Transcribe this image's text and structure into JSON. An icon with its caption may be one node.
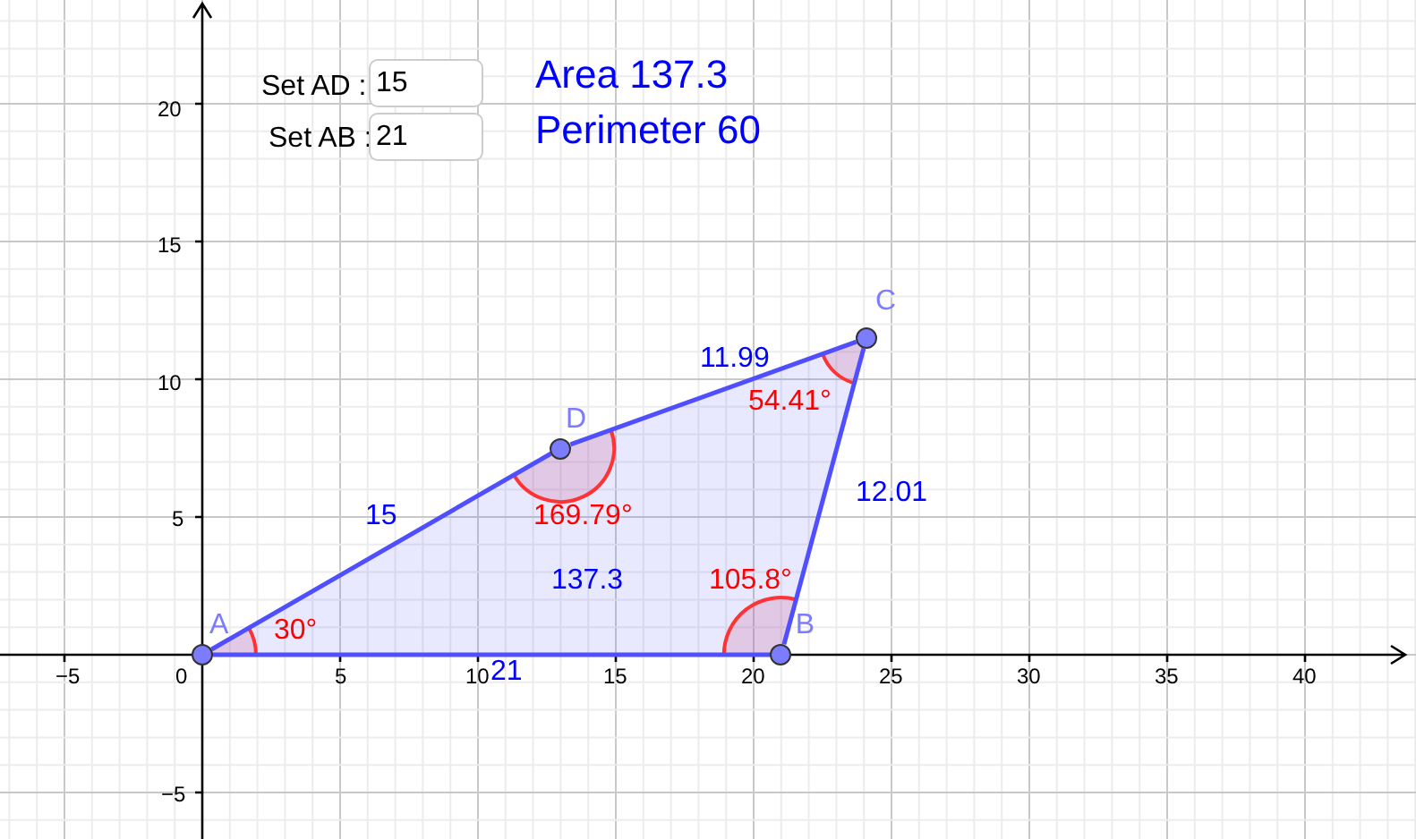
{
  "diagram": {
    "nodes": [
      {
        "text": [
          "A"
        ],
        "beside": [
          "30°"
        ]
      },
      {
        "text": [
          "B"
        ],
        "beside": [
          "105.8°"
        ]
      },
      {
        "text": [
          "C"
        ],
        "beside": [
          "54.41°"
        ]
      },
      {
        "text": [
          "D"
        ],
        "beside": [
          "169.79°"
        ]
      }
    ],
    "edges": [
      {
        "from": 0,
        "to": 3,
        "arrow": "none",
        "label": "15"
      },
      {
        "from": 3,
        "to": 2,
        "arrow": "none",
        "label": "11.99"
      },
      {
        "from": 2,
        "to": 1,
        "arrow": "none",
        "label": "12.01"
      },
      {
        "from": 1,
        "to": 0,
        "arrow": "none",
        "label": "21"
      }
    ],
    "labels": [
      "Set AD :",
      "15",
      "Area 137.3",
      "Set AB :",
      "21",
      "Perimeter 60",
      "137.3",
      "20",
      "15",
      "10",
      "5",
      "−5",
      "−5",
      "0",
      "5",
      "10",
      "15",
      "20",
      "25",
      "30",
      "35",
      "40"
    ]
  }
}
